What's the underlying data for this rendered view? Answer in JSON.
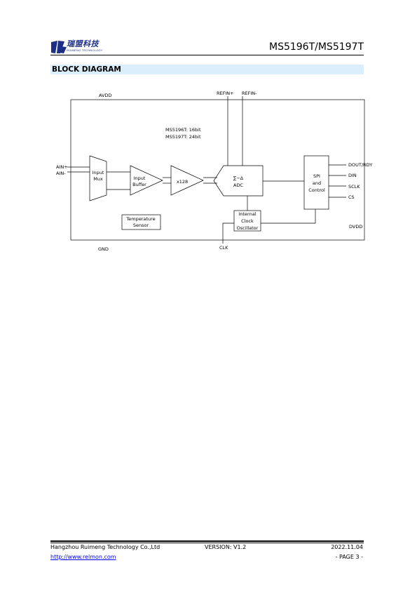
{
  "header": {
    "logo_cn": "瑞盟科技",
    "logo_en": "RUIMENG TECHNOLOGY",
    "doc_title": "MS5196T/MS5197T"
  },
  "section": {
    "title": "BLOCK DIAGRAM"
  },
  "diagram": {
    "avdd": "AVDD",
    "gnd": "GND",
    "dvdd": "DVDD",
    "refin_p": "REFIN+",
    "refin_n": "REFIN-",
    "clk": "CLK",
    "ain_p": "AIN+",
    "ain_n": "AIN-",
    "note_1": "MS5196T: 16bit",
    "note_2": "MS5197T: 24bit",
    "input_mux": [
      "Input",
      "Mux"
    ],
    "input_buffer": [
      "Input",
      "Buffer"
    ],
    "gain": "x128",
    "adc": [
      "∑−Δ",
      "ADC"
    ],
    "spi": [
      "SPI",
      "and",
      "Control"
    ],
    "osc": [
      "Internal",
      "Clock",
      "Oscillator"
    ],
    "temp": [
      "Temperature",
      "Sensor"
    ],
    "pins": [
      "DOUT/RDY",
      "DIN",
      "SCLK",
      "CS"
    ]
  },
  "footer": {
    "company": "Hangzhou Ruimeng Technology Co.,Ltd",
    "version": "VERSION: V1.2",
    "date": "2022.11.04",
    "url": "http://www.relmon.com",
    "page": "- PAGE 3 -"
  }
}
